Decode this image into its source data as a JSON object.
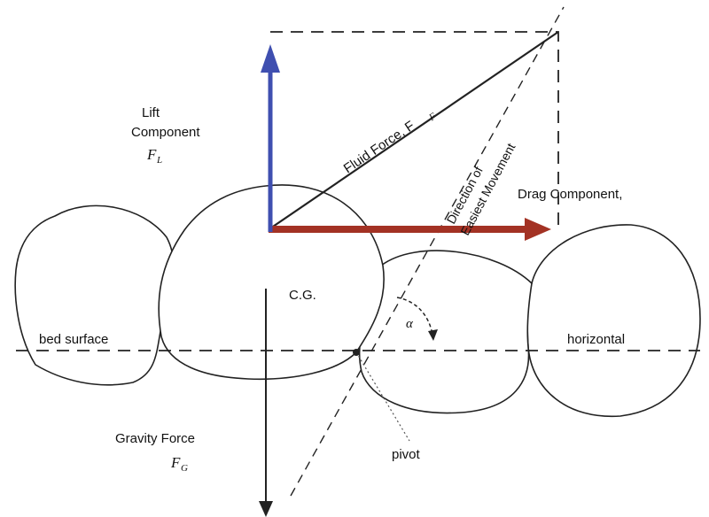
{
  "labels": {
    "lift": [
      "Lift",
      "Component"
    ],
    "lift_symbol": "F",
    "lift_subscript": "L",
    "fluid_force": "Fluid Force, F",
    "fluid_force_subscript": "F",
    "direction": [
      "Direction of",
      "Easiest Movement"
    ],
    "drag": "Drag Component,",
    "cg": "C.G.",
    "bed_surface": "bed surface",
    "horizontal": "horizontal",
    "angle": "α",
    "gravity": "Gravity Force",
    "gravity_symbol": "F",
    "gravity_subscript": "G",
    "pivot": "pivot"
  },
  "colors": {
    "lift_arrow": "#3f4fb0",
    "drag_arrow": "#a33224",
    "line": "#222222"
  }
}
